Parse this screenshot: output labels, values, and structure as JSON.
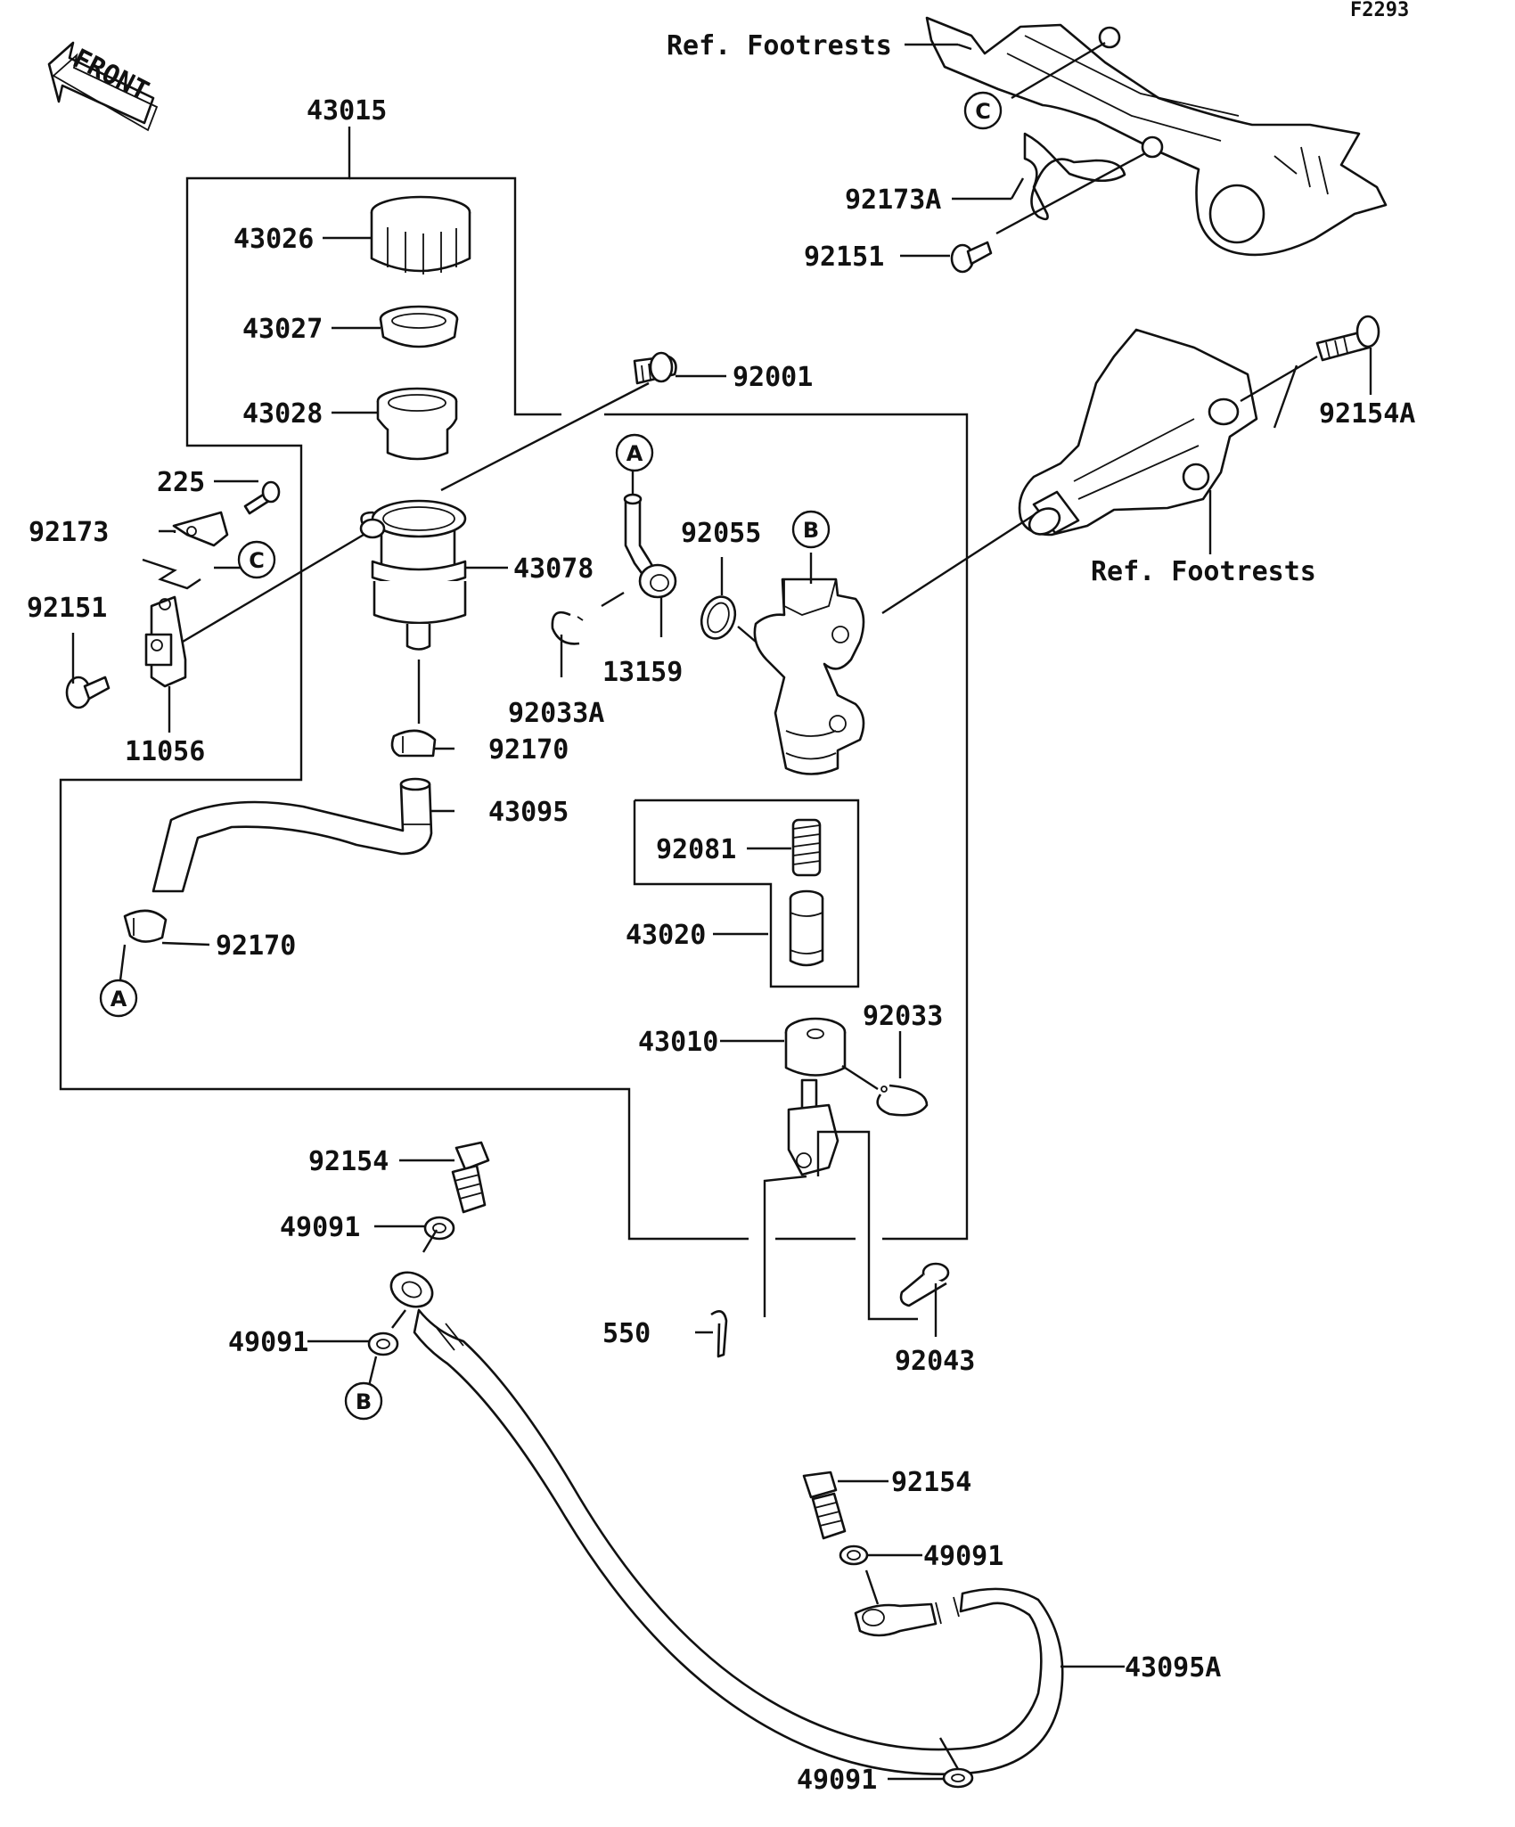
{
  "figure_code": "F2293",
  "front_label": "FRONT",
  "ref_labels": [
    "Ref. Footrests",
    "Ref. Footrests"
  ],
  "markers": [
    "A",
    "B",
    "C"
  ],
  "callouts": {
    "p43015": "43015",
    "p43026": "43026",
    "p43027": "43027",
    "p43028": "43028",
    "p92001": "92001",
    "p225": "225",
    "p92173": "92173",
    "p92151a": "92151",
    "p11056": "11056",
    "p43078": "43078",
    "p92055": "92055",
    "p13159": "13159",
    "p92033A": "92033A",
    "p92170a": "92170",
    "p43095": "43095",
    "p92170b": "92170",
    "p92081": "92081",
    "p43020": "43020",
    "p43010": "43010",
    "p92033": "92033",
    "p92154a": "92154",
    "p49091a": "49091",
    "p49091b": "49091",
    "p550": "550",
    "p92043": "92043",
    "p92154b": "92154",
    "p49091c": "49091",
    "p43095A": "43095A",
    "p49091d": "49091",
    "p92173A": "92173A",
    "p92151b": "92151",
    "p92154A": "92154A"
  }
}
